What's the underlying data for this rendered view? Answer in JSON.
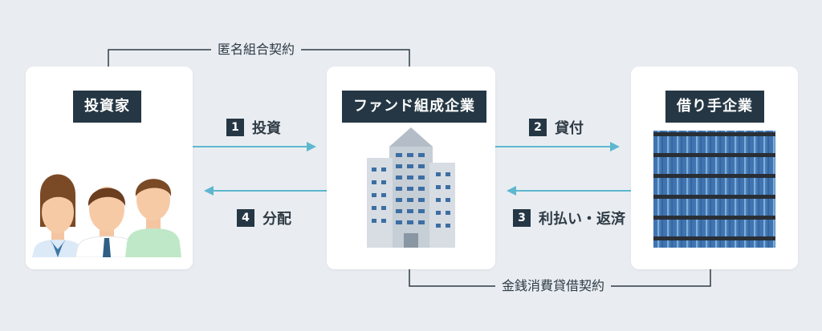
{
  "contracts": {
    "top": "匿名組合契約",
    "bottom": "金銭消費貸借契約"
  },
  "nodes": {
    "investor": {
      "title": "投資家",
      "icon": "people-icon"
    },
    "fund": {
      "title": "ファンド組成企業",
      "icon": "office-building-icon"
    },
    "borrower": {
      "title": "借り手企業",
      "icon": "glass-building-icon"
    }
  },
  "flows": [
    {
      "num": "1",
      "label": "投資"
    },
    {
      "num": "2",
      "label": "貸付"
    },
    {
      "num": "3",
      "label": "利払い・返済"
    },
    {
      "num": "4",
      "label": "分配"
    }
  ],
  "colors": {
    "background": "#e9edf1",
    "badge": "#253744",
    "arrow": "#5eb7cf",
    "line": "#2f3b45"
  }
}
